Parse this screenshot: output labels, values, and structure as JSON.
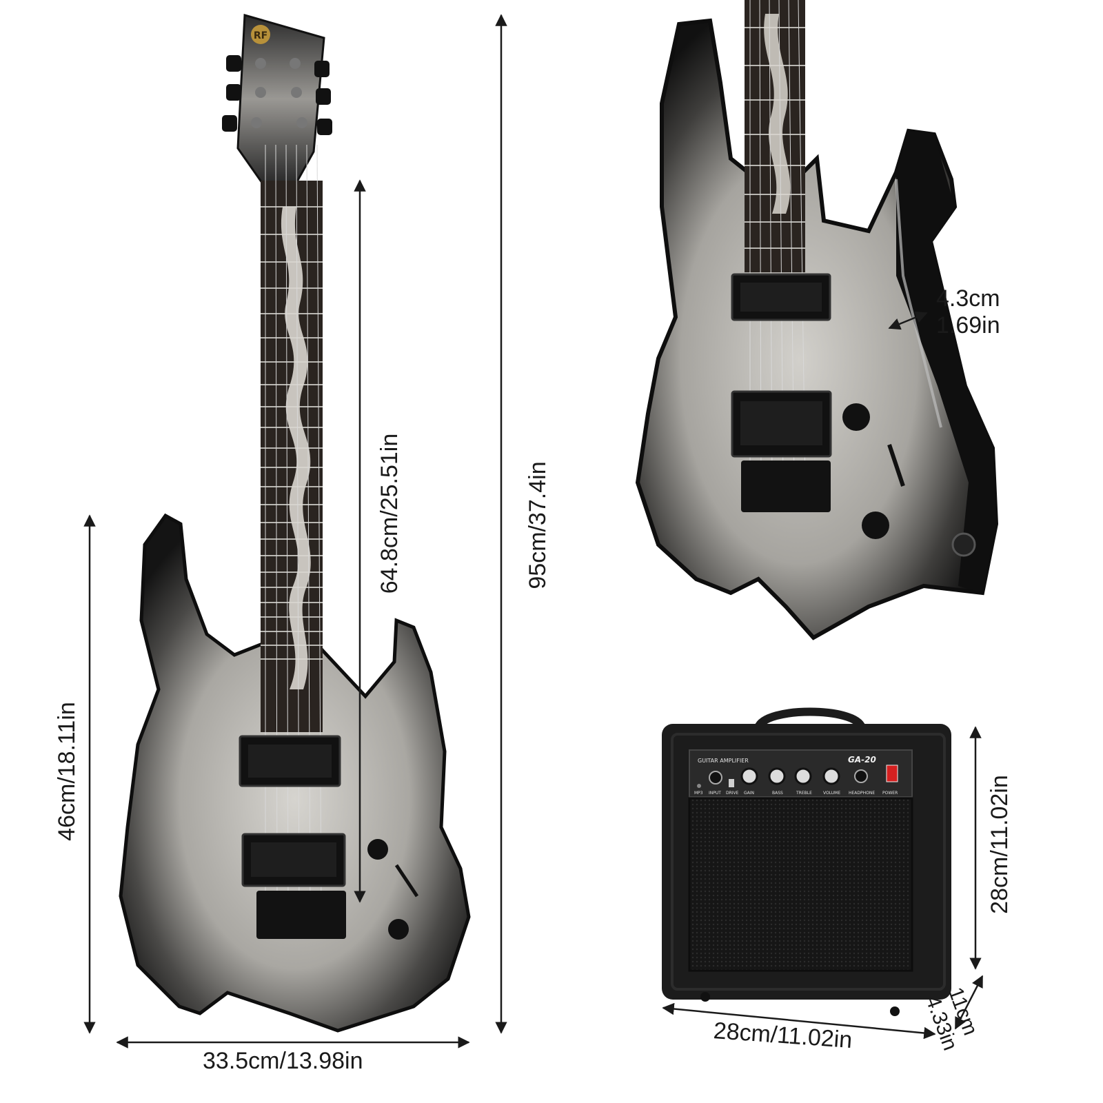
{
  "headstock_logo": "RF",
  "amp": {
    "panel_title": "GUITAR AMPLIFIER",
    "model": "GA-20",
    "jacks": {
      "mp3": "MP3",
      "input": "INPUT",
      "headphone": "HEADPHONE",
      "power": "POWER"
    },
    "drive": "DRIVE",
    "knobs": [
      "GAIN",
      "BASS",
      "TREBLE",
      "VOLUME"
    ]
  },
  "dimensions": {
    "body_length": "46cm/18.11in",
    "body_width": "33.5cm/13.98in",
    "scale_length": "64.8cm/25.51in",
    "total_length": "95cm/37.4in",
    "thickness_cm": "4.3cm",
    "thickness_in": "1.69in",
    "amp_height": "28cm/11.02in",
    "amp_width": "28cm/11.02in",
    "amp_depth_cm": "11cm",
    "amp_depth_in": "4.33in"
  },
  "colors": {
    "body_edge": "#141414",
    "body_center": "#c9c7c2",
    "fretboard": "#2a2420",
    "inlay": "#d9d6cf",
    "hardware": "#111111",
    "arrow": "#1a1a1a",
    "amp_tolex": "#1c1c1c",
    "amp_panel": "#2a2a2a",
    "power_switch": "#d42020"
  }
}
